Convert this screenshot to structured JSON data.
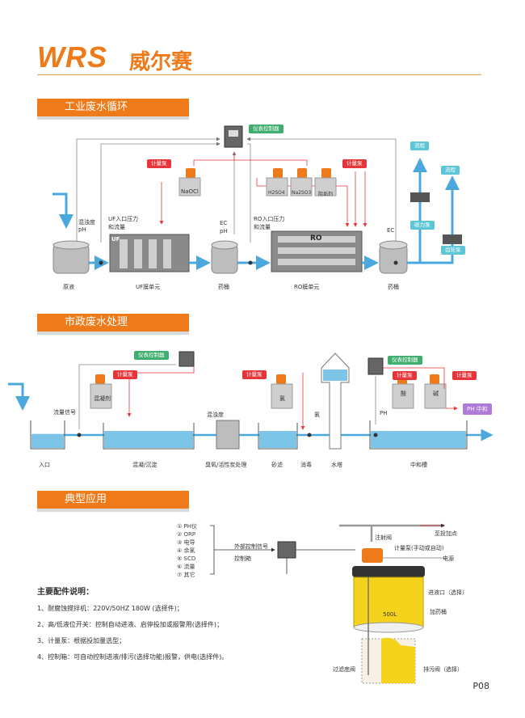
{
  "brand": {
    "logo": "WRS",
    "name_cn": "威尔赛",
    "accent": "#ef7a1a"
  },
  "sections": {
    "s1": "工业废水循环",
    "s2": "市政废水处理",
    "s3": "典型应用"
  },
  "s1": {
    "controller": "仪表控制器",
    "pump1": "计量泵",
    "pump2": "计量泵",
    "naocl": "NaOCl",
    "h2so4": "H2SO4",
    "na2so3": "Na2SO3",
    "scale": "阻垢剂",
    "turb": "混浊度",
    "ph": "pH",
    "uf_in": "UF入口压力",
    "uf_flow": "和流量",
    "ec1": "EC",
    "ph1": "pH",
    "ro_in": "RO入口压力",
    "ro_flow": "和流量",
    "ec2": "EC",
    "uf_tag": "UF",
    "ro_tag": "RO",
    "flow1": "流程",
    "flow2": "流程",
    "mag_pump": "磁力泵",
    "gear_pump": "齿轮泵",
    "raw": "原液",
    "uf_unit": "UF膜单元",
    "tank1": "药桶",
    "ro_unit": "RO膜单元",
    "tank2": "药桶"
  },
  "s2": {
    "controller1": "仪表控制器",
    "controller2": "仪表控制器",
    "pump1": "计量泵",
    "pump2": "计量泵",
    "pump3": "计量泵",
    "pump4": "计量泵",
    "coag": "混凝剂",
    "chlorine": "氯",
    "acid": "酸",
    "alkali": "碱",
    "flow_sig": "流量信号",
    "turb": "混浊度",
    "cl": "氯",
    "ph": "PH",
    "ph_neutral": "PH 中和",
    "inlet": "入口",
    "coag_settle": "混凝/沉淀",
    "ozone": "臭氧/活性炭处理",
    "sand": "砂滤",
    "disinfect": "消毒",
    "tower": "水塔",
    "neutral_tank": "中和槽"
  },
  "s3": {
    "list": [
      "① PH仪",
      "② ORP",
      "③ 电导",
      "④ 余氯",
      "⑤ SCD",
      "⑥ 流量",
      "⑦ 其它"
    ],
    "ext_signal": "外部控制信号",
    "ctrl_box": "控制箱",
    "inject": "注射阀",
    "to_point": "至投加点",
    "pump": "计量泵(手动或自动)",
    "power": "电源",
    "inlet": "进液口（选择）",
    "tank": "加药桶",
    "volume": "500L",
    "filter": "过滤底阀",
    "drain": "排污阀（选择）"
  },
  "notes": {
    "title": "主要配件说明：",
    "items": [
      "1、耐腐蚀搅拌机：220V/50HZ 180W (选择件)；",
      "2、高/低液位开关：控制自动进液、启停投加或报警用(选择件)；",
      "3、计量泵：根据投加量选型；",
      "4、控制箱：可自动控制进液/排污(选择功能)报警，供电(选择件)。"
    ]
  },
  "page": "P08"
}
